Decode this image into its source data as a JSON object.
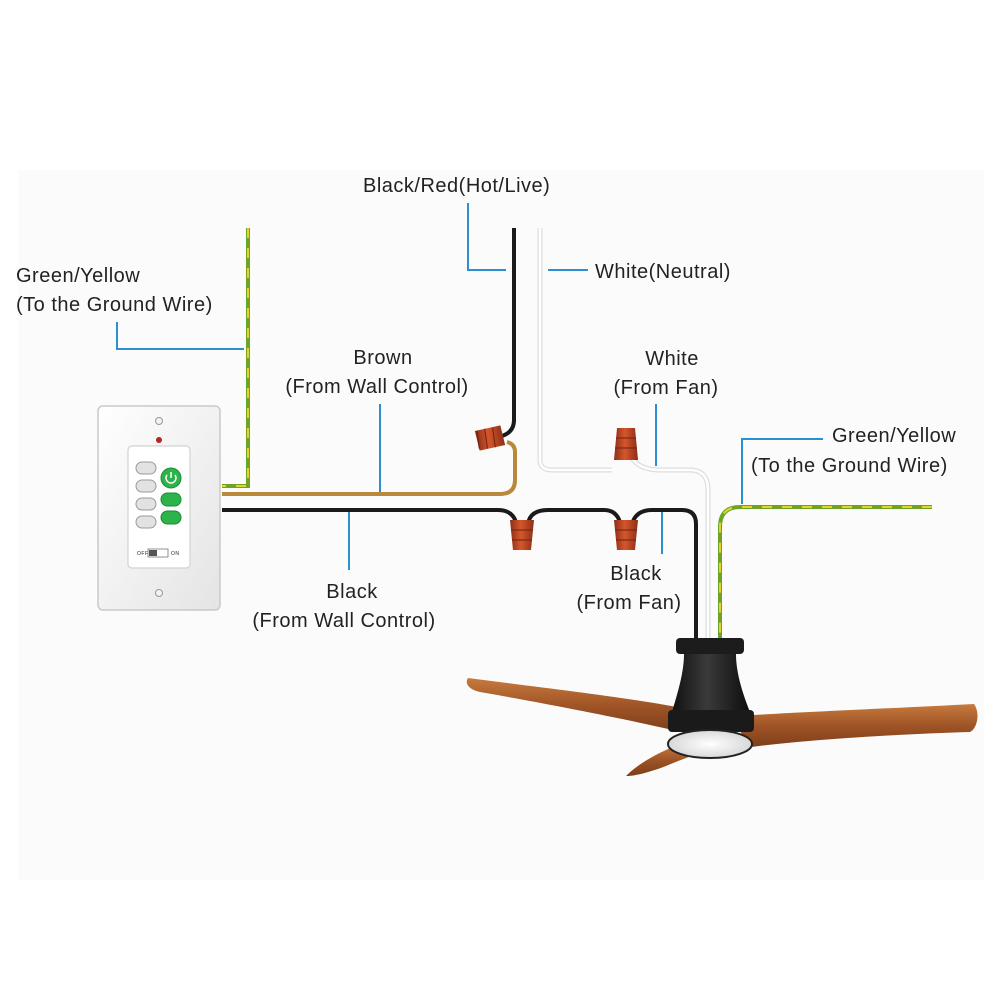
{
  "labels": {
    "hot_live": "Black/Red(Hot/Live)",
    "white_neutral": "White(Neutral)",
    "ground_left_1": "Green/Yellow",
    "ground_left_2": "(To the Ground Wire)",
    "brown_1": "Brown",
    "brown_2": "(From Wall Control)",
    "white_fan_1": "White",
    "white_fan_2": "(From Fan)",
    "ground_right_1": "Green/Yellow",
    "ground_right_2": "(To the Ground Wire)",
    "black_wall_1": "Black",
    "black_wall_2": "(From Wall Control)",
    "black_fan_1": "Black",
    "black_fan_2": "(From Fan)"
  },
  "wall_control": {
    "switch_off": "OFF",
    "switch_on": "ON"
  },
  "colors": {
    "wire_black": "#1a1a1a",
    "wire_white": "#eeeeee",
    "wire_brown": "#b8893a",
    "wire_green": "#6fa324",
    "wire_yellow": "#e2d52a",
    "connector": "#c24a26",
    "callout": "#2c8fcf",
    "button_green": "#2cb34a",
    "fan_wood": "#a8582a",
    "fan_body": "#1c1c1c"
  }
}
